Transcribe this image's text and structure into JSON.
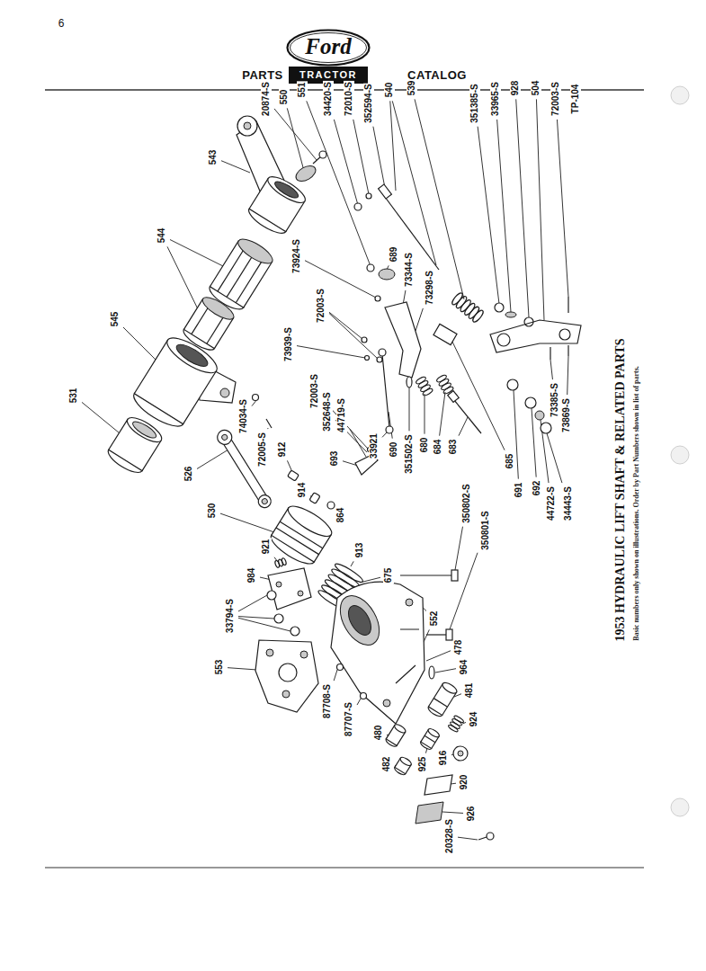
{
  "diagram": {
    "title": "1953 HYDRAULIC LIFT SHAFT & RELATED PARTS",
    "caption": "Basic numbers only shown on illustrations. Order by Part Numbers shown in list of parts.",
    "nodes": [
      {
        "text": [
          "Ford"
        ]
      },
      {
        "text": [
          "TRACTOR"
        ]
      }
    ],
    "labels": [
      "6",
      "PARTS",
      "CATALOG",
      "20874-S",
      "550",
      "551",
      "34420-S",
      "72010-S",
      "352594-S",
      "540",
      "539",
      "351385-S",
      "33965-S",
      "928",
      "504",
      "72003-S",
      "TP-104",
      "543",
      "544",
      "545",
      "531",
      "689",
      "73344-S",
      "73298-S",
      "73924-S",
      "72003-S",
      "73939-S",
      "74034-S",
      "72005-S",
      "72003-S",
      "352648-S",
      "44719-S",
      "693",
      "912",
      "526",
      "530",
      "914",
      "864",
      "921",
      "913",
      "33921",
      "690",
      "351502-S",
      "680",
      "684",
      "683",
      "350802-S",
      "350801-S",
      "675",
      "685",
      "691",
      "692",
      "44722-S",
      "34443-S",
      "73385-S",
      "73869-S",
      "984",
      "33794-S",
      "552",
      "478",
      "964",
      "481",
      "924",
      "553",
      "87708-S",
      "87707-S",
      "480",
      "482",
      "925",
      "916",
      "920",
      "926",
      "20328-S"
    ]
  }
}
